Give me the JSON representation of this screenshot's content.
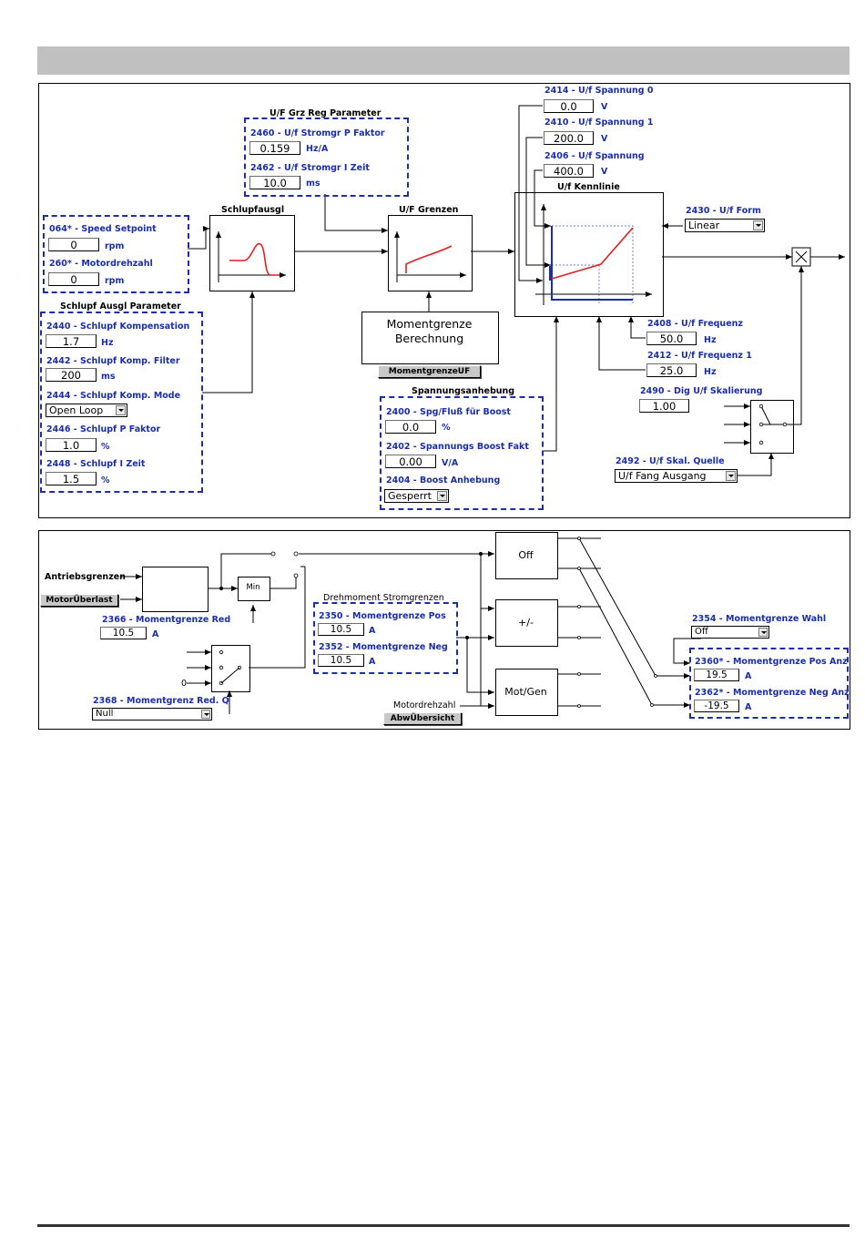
{
  "diagram1": {
    "speed": {
      "setpoint_label": "064* - Speed Setpoint",
      "setpoint_value": "0",
      "setpoint_unit": "rpm",
      "motor_label": "260* - Motordrehzahl",
      "motor_value": "0",
      "motor_unit": "rpm"
    },
    "slip": {
      "title": "Schlupf Ausgl Parameter",
      "comp_label": "2440 - Schlupf Kompensation",
      "comp_value": "1.7",
      "comp_unit": "Hz",
      "filter_label": "2442 - Schlupf Komp. Filter",
      "filter_value": "200",
      "filter_unit": "ms",
      "mode_label": "2444 - Schlupf Komp. Mode",
      "mode_value": "Open Loop",
      "p_label": "2446 - Schlupf P Faktor",
      "p_value": "1.0",
      "p_unit": "%",
      "i_label": "2448 - Schlupf I Zeit",
      "i_value": "1.5",
      "i_unit": "%"
    },
    "uf_grz": {
      "title": "U/F Grz Reg Parameter",
      "p_label": "2460 - U/f Stromgr P Faktor",
      "p_value": "0.159",
      "p_unit": "Hz/A",
      "i_label": "2462 - U/f Stromgr I Zeit",
      "i_value": "10.0",
      "i_unit": "ms"
    },
    "blocks": {
      "schlupf": "Schlupfausgl",
      "grenzen": "U/F Grenzen",
      "kennlinie": "U/f Kennlinie",
      "moment_line1": "Momentgrenze",
      "moment_line2": "Berechnung",
      "moment_button": "MomentgrenzeUF"
    },
    "voltages": {
      "v0_label": "2414 - U/f Spannung 0",
      "v0_value": "0.0",
      "v0_unit": "V",
      "v1_label": "2410 - U/f Spannung 1",
      "v1_value": "200.0",
      "v1_unit": "V",
      "v_label": "2406 - U/f Spannung",
      "v_value": "400.0",
      "v_unit": "V"
    },
    "form": {
      "label": "2430 - U/f Form",
      "value": "Linear"
    },
    "freq": {
      "f_label": "2408 - U/f Frequenz",
      "f_value": "50.0",
      "f_unit": "Hz",
      "f1_label": "2412 - U/f Frequenz 1",
      "f1_value": "25.0",
      "f1_unit": "Hz"
    },
    "scale": {
      "label": "2490 - Dig U/f Skalierung",
      "value": "1.00",
      "source_label": "2492 - U/f Skal. Quelle",
      "source_value": "U/f Fang Ausgang"
    },
    "boost": {
      "title": "Spannungsanhebung",
      "spg_label": "2400 - Spg/Fluß für Boost",
      "spg_value": "0.0",
      "spg_unit": "%",
      "fakt_label": "2402 - Spannungs Boost Fakt",
      "fakt_value": "0.00",
      "fakt_unit": "V/A",
      "anh_label": "2404 - Boost Anhebung",
      "anh_value": "Gesperrt"
    }
  },
  "diagram2": {
    "antrieb_label": "Antriebsgrenzen",
    "motor_button": "MotorÜberlast",
    "min_label": "Min",
    "red": {
      "label": "2366 - Momentgrenze Red",
      "value": "10.5",
      "unit": "A"
    },
    "zero": "0",
    "redq": {
      "label": "2368 - Momentgrenz Red. Q",
      "value": "Null"
    },
    "dreh": {
      "title": "Drehmoment Stromgrenzen",
      "pos_label": "2350 - Momentgrenze Pos",
      "pos_value": "10.5",
      "pos_unit": "A",
      "neg_label": "2352 - Momentgrenze Neg",
      "neg_value": "10.5",
      "neg_unit": "A"
    },
    "blocks": {
      "off": "Off",
      "pm": "+/-",
      "motgen": "Mot/Gen"
    },
    "motordrehzahl_label": "Motordrehzahl",
    "abw_button": "AbwÜbersicht",
    "wahl": {
      "label": "2354 - Momentgrenze Wahl",
      "value": "Off"
    },
    "anz": {
      "pos_label": "2360* - Momentgrenze Pos Anz",
      "pos_value": "19.5",
      "pos_unit": "A",
      "neg_label": "2362* - Momentgrenze Neg Anz",
      "neg_value": "-19.5",
      "neg_unit": "A"
    }
  }
}
